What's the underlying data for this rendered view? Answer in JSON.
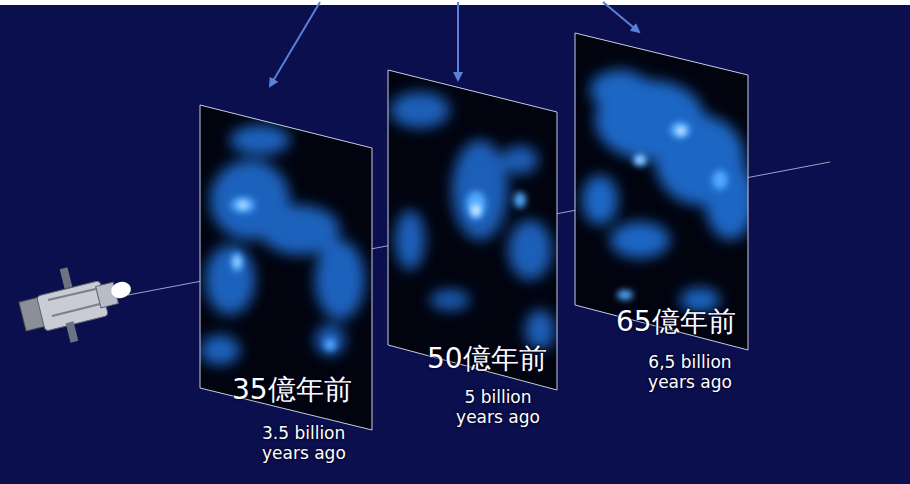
{
  "diagram": {
    "labels": [
      "35億年前",
      "3.5 billion years ago",
      "50億年前",
      "5 billion years ago",
      "65億年前",
      "6,5 billion years ago"
    ]
  }
}
